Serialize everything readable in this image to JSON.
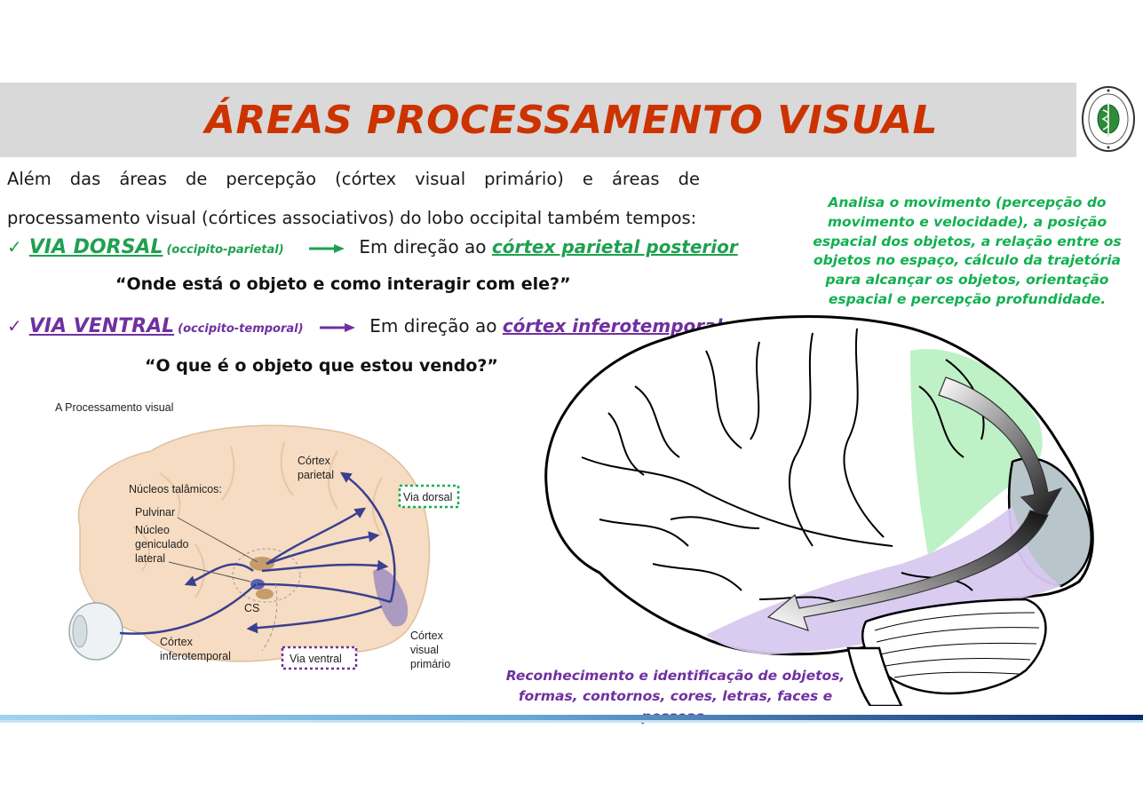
{
  "title": "ÁREAS PROCESSAMENTO VISUAL",
  "intro": {
    "line1_words": [
      "Além",
      "das",
      "áreas",
      "de",
      "percepção",
      "(córtex",
      "visual",
      "primário)",
      "e",
      "áreas",
      "de"
    ],
    "line2": "processamento visual (córtices associativos) do lobo occipital também tempos:"
  },
  "dorsal": {
    "check": "✓",
    "name": "VIA DORSAL",
    "sub": "(occipito-parietal)",
    "direction_text": "Em direção ao",
    "target": "córtex parietal posterior",
    "question": "“Onde está o objeto e como interagir com ele?”",
    "color": "#1fa050"
  },
  "ventral": {
    "check": "✓",
    "name": "VIA VENTRAL",
    "sub": "(occipito-temporal)",
    "direction_text": "Em direção ao",
    "target": "córtex inferotemporal",
    "question": "“O que é o objeto que estou vendo?”",
    "color": "#7030a0"
  },
  "note_dorsal": "Analisa o movimento (percepção do movimento e velocidade), a posição espacial dos objetos, a relação entre os objetos no espaço, cálculo da trajetória para alcançar os objetos, orientação espacial e percepção profundidade.",
  "note_ventral_line1": "Reconhecimento e identificação de objetos,",
  "note_ventral_line2": "formas, contornos, cores, letras, faces e pessoas.",
  "figure_a": {
    "heading": "A  Processamento visual",
    "nucleos": "Núcleos talâmicos:",
    "pulvinar": "Pulvinar",
    "nucleo1": "Núcleo",
    "nucleo2": "geniculado",
    "nucleo3": "lateral",
    "cs": "CS",
    "cortex_parietal1": "Córtex",
    "cortex_parietal2": "parietal",
    "via_dorsal": "Via dorsal",
    "via_ventral": "Via ventral",
    "cortex_infero1": "Córtex",
    "cortex_infero2": "inferotemporal",
    "cortex_visual1": "Córtex",
    "cortex_visual2": "visual",
    "cortex_visual3": "primário"
  },
  "colors": {
    "title": "#cc3300",
    "green_area": "#b8f0c0",
    "purple_area": "#d8c8f0",
    "occipital_area": "#b8c6cc",
    "skin": "#f6dcc2"
  }
}
